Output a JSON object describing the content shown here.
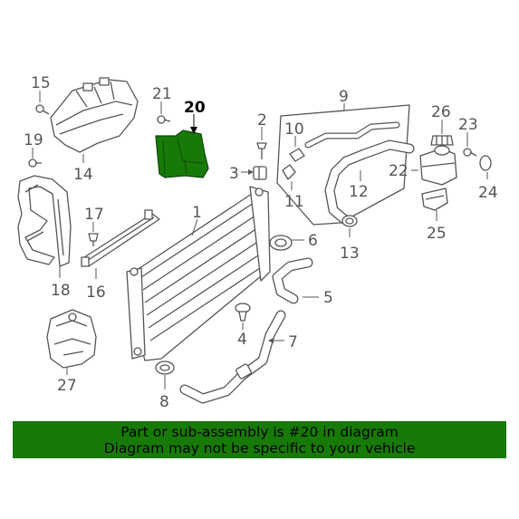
{
  "diagram": {
    "callouts": {
      "c1": "1",
      "c2": "2",
      "c3": "3",
      "c4": "4",
      "c5": "5",
      "c6": "6",
      "c7": "7",
      "c8": "8",
      "c9": "9",
      "c10": "10",
      "c11": "11",
      "c12": "12",
      "c13": "13",
      "c14": "14",
      "c15": "15",
      "c16": "16",
      "c17": "17",
      "c18": "18",
      "c19": "19",
      "c20": "20",
      "c21": "21",
      "c22": "22",
      "c23": "23",
      "c24": "24",
      "c25": "25",
      "c26": "26",
      "c27": "27"
    },
    "highlighted_part": "20",
    "highlight_color": "#177a06",
    "line_color": "#555555"
  },
  "banner": {
    "line1": "Part or sub-assembly is #20 in diagram",
    "line2": "Diagram may not be specific to your vehicle",
    "background": "#177a06"
  }
}
